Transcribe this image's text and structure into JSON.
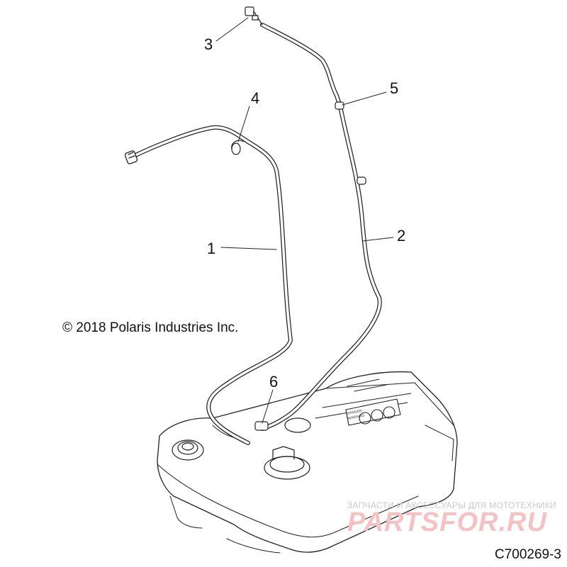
{
  "callouts": [
    {
      "id": "1",
      "text": "1"
    },
    {
      "id": "2",
      "text": "2"
    },
    {
      "id": "3",
      "text": "3"
    },
    {
      "id": "4",
      "text": "4"
    },
    {
      "id": "5",
      "text": "5"
    },
    {
      "id": "6",
      "text": "6"
    }
  ],
  "copyright": "© 2018 Polaris Industries Inc.",
  "part_code": "C700269-3",
  "watermark": {
    "tagline": "ЗАПЧАСТИ И АКСЕССУАРЫ ДЛЯ МОТОТЕХНИКИ",
    "brand": "PARTSFOR.RU",
    "color": "#e8a0a0"
  },
  "tank_label_lines": [
    "DANGER",
    "WARNING"
  ]
}
